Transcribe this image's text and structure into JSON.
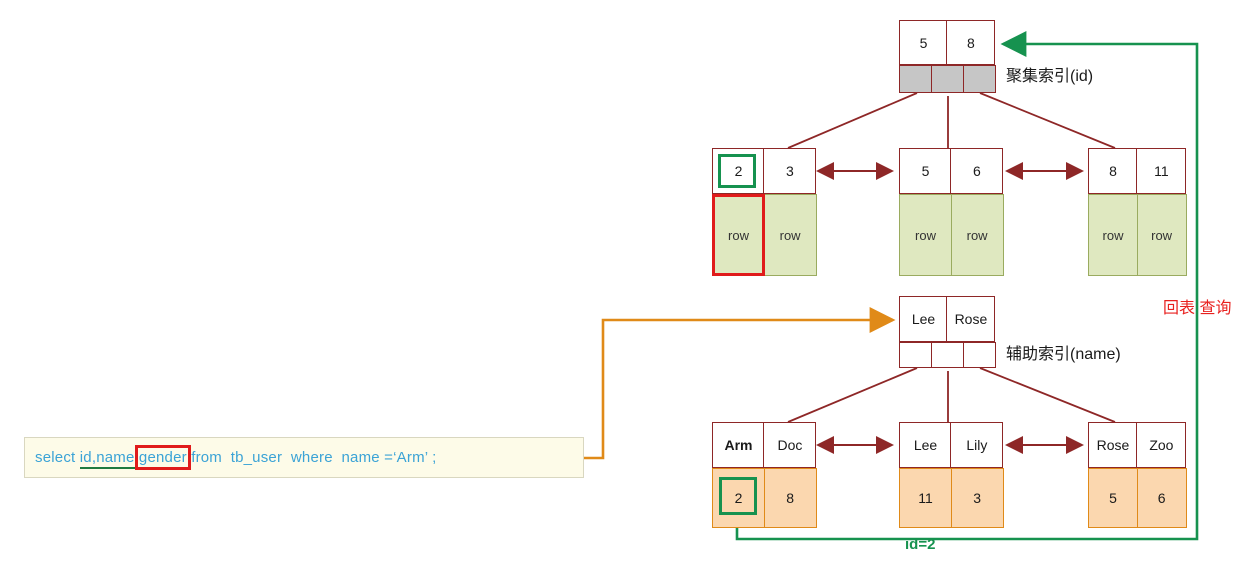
{
  "diagram": {
    "title_clustered": "聚集索引(id)",
    "title_secondary": "辅助索引(name)",
    "lookup_label": "回表 查询",
    "id_label": "id=2",
    "row_label": "row"
  },
  "sql": {
    "part1": "select ",
    "underlined": "id,name,",
    "boxed": "gender",
    "part2": " from  tb_user  where  name =‘Arm’ ;"
  },
  "clustered_index": {
    "root": {
      "keys": [
        "5",
        "8"
      ],
      "pointers": [
        "",
        "",
        ""
      ]
    },
    "leaves": [
      {
        "keys": [
          "2",
          "3"
        ],
        "rows": [
          "row",
          "row"
        ],
        "highlight_key": "2",
        "highlight_row": "row"
      },
      {
        "keys": [
          "5",
          "6"
        ],
        "rows": [
          "row",
          "row"
        ]
      },
      {
        "keys": [
          "8",
          "11"
        ],
        "rows": [
          "row",
          "row"
        ]
      }
    ]
  },
  "secondary_index": {
    "root": {
      "keys": [
        "Lee",
        "Rose"
      ],
      "pointers": [
        "",
        "",
        ""
      ]
    },
    "leaves": [
      {
        "keys": [
          "Arm",
          "Doc"
        ],
        "values": [
          "2",
          "8"
        ],
        "bold_key": "Arm",
        "highlight_value": "2"
      },
      {
        "keys": [
          "Lee",
          "Lily"
        ],
        "values": [
          "11",
          "3"
        ]
      },
      {
        "keys": [
          "Rose",
          "Zoo"
        ],
        "values": [
          "5",
          "6"
        ]
      }
    ]
  },
  "colors": {
    "node_border": "#8e2727",
    "pointer_fill": "#c6c6c6",
    "clustered_row_fill": "#dfe8c0",
    "secondary_value_fill": "#fbd7af",
    "green_accent": "#16924f",
    "red_accent": "#e01b1b",
    "orange_accent": "#e08a18",
    "sql_text": "#3ba3d6",
    "sql_bg": "#fdfbe8"
  }
}
